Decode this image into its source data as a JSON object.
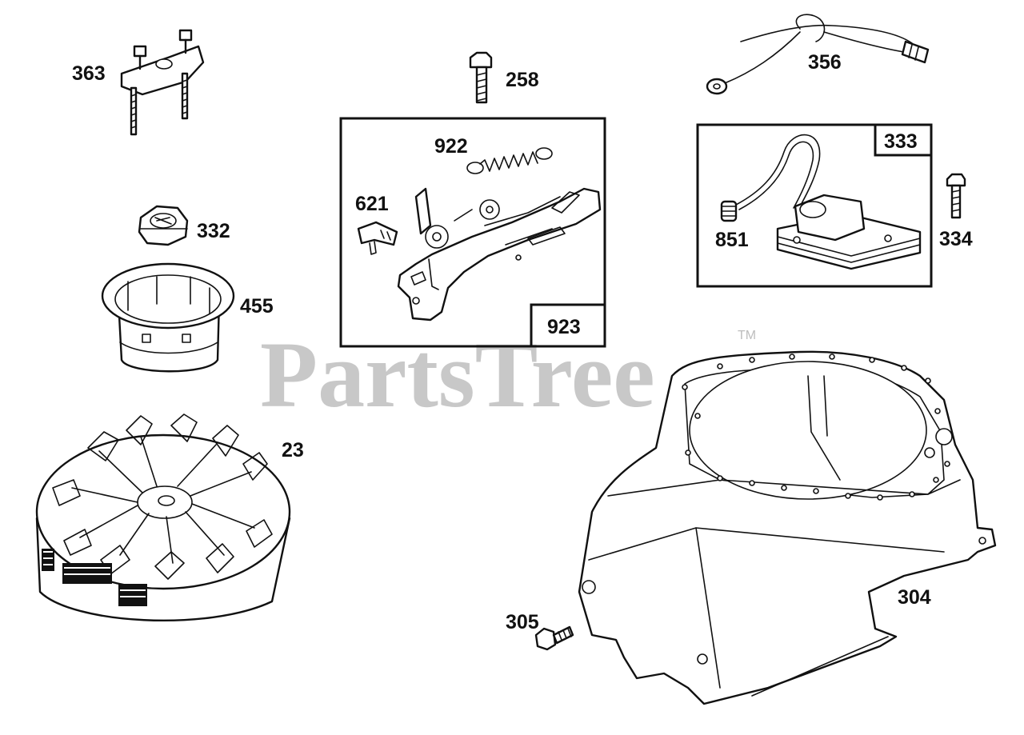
{
  "watermark": {
    "text": "PartsTree",
    "trademark": "TM"
  },
  "callouts": {
    "p363": "363",
    "p258": "258",
    "p356": "356",
    "p922": "922",
    "p333": "333",
    "p621": "621",
    "p332": "332",
    "p334": "334",
    "p851": "851",
    "p455": "455",
    "p923": "923",
    "p23": "23",
    "p304": "304",
    "p305": "305"
  }
}
